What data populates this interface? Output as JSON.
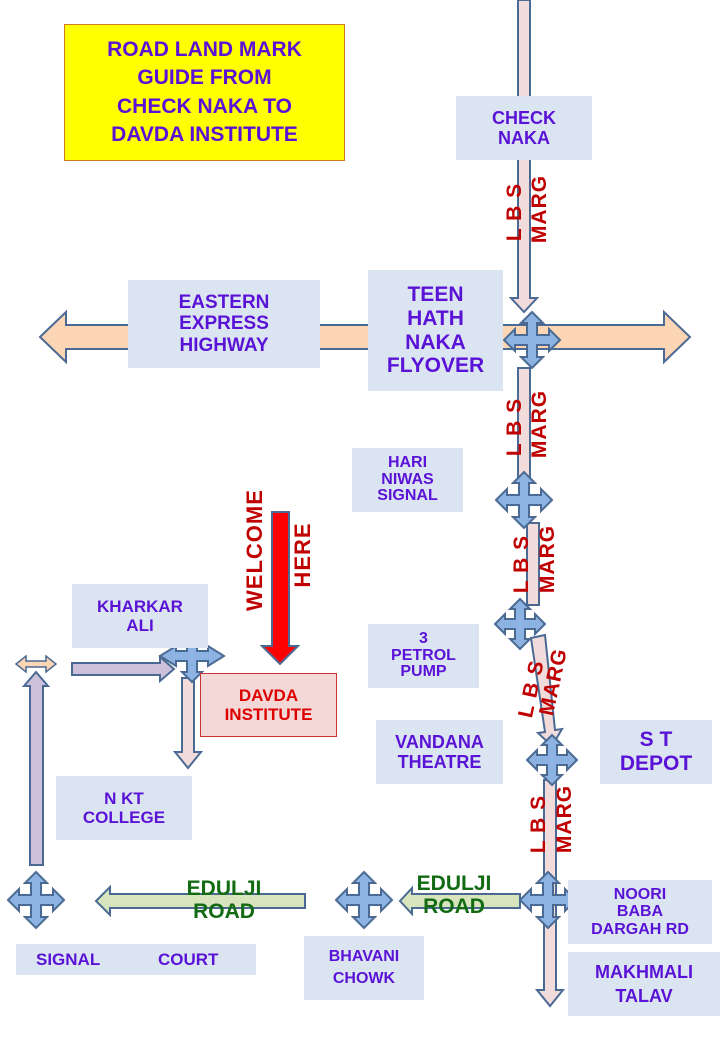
{
  "title": "ROAD LAND MARK\nGUIDE FROM\nCHECK  NAKA TO\nDAVDA INSTITUTE",
  "landmarks": {
    "check_naka": "CHECK\nNAKA",
    "eastern_express": "EASTERN\nEXPRESS\nHIGHWAY",
    "teen_hath": "TEEN\nHATH\nNAKA\nFLYOVER",
    "hari_niwas": "HARI\nNIWAS\nSIGNAL",
    "kharkar_ali": "KHARKAR\nALI",
    "petrol_pump": "3\nPETROL\nPUMP",
    "davda": "DAVDA\nINSTITUTE",
    "vandana": "VANDANA\nTHEATRE",
    "st_depot": "S T\nDEPOT",
    "nkt_college": "N KT\nCOLLEGE",
    "noori_baba": "NOORI\nBABA\nDARGAH RD",
    "makhmali": "MAKHMALI\nTALAV",
    "bhavani": "BHAVANI\nCHOWK",
    "signal": "SIGNAL",
    "court": "COURT"
  },
  "road_labels": {
    "lbs": "L B S",
    "marg": "MARG",
    "edulji_1": "EDULJI\nROAD",
    "edulji_2": "EDULJI\nROAD",
    "welcome": "WELCOME",
    "here": "HERE"
  },
  "colors": {
    "title_bg": "#ffff00",
    "box_bg": "#dbe5f1",
    "box_text": "#5a12d6",
    "road_red": "#c00000",
    "road_green": "#126b12",
    "arrow_pink": "#f2dcdb",
    "arrow_peach": "#fcd5b4",
    "arrow_lavender": "#ccc0da",
    "arrow_green": "#d7e4bc",
    "cross_blue": "#8db3e2",
    "welcome_red": "#ff0000"
  }
}
